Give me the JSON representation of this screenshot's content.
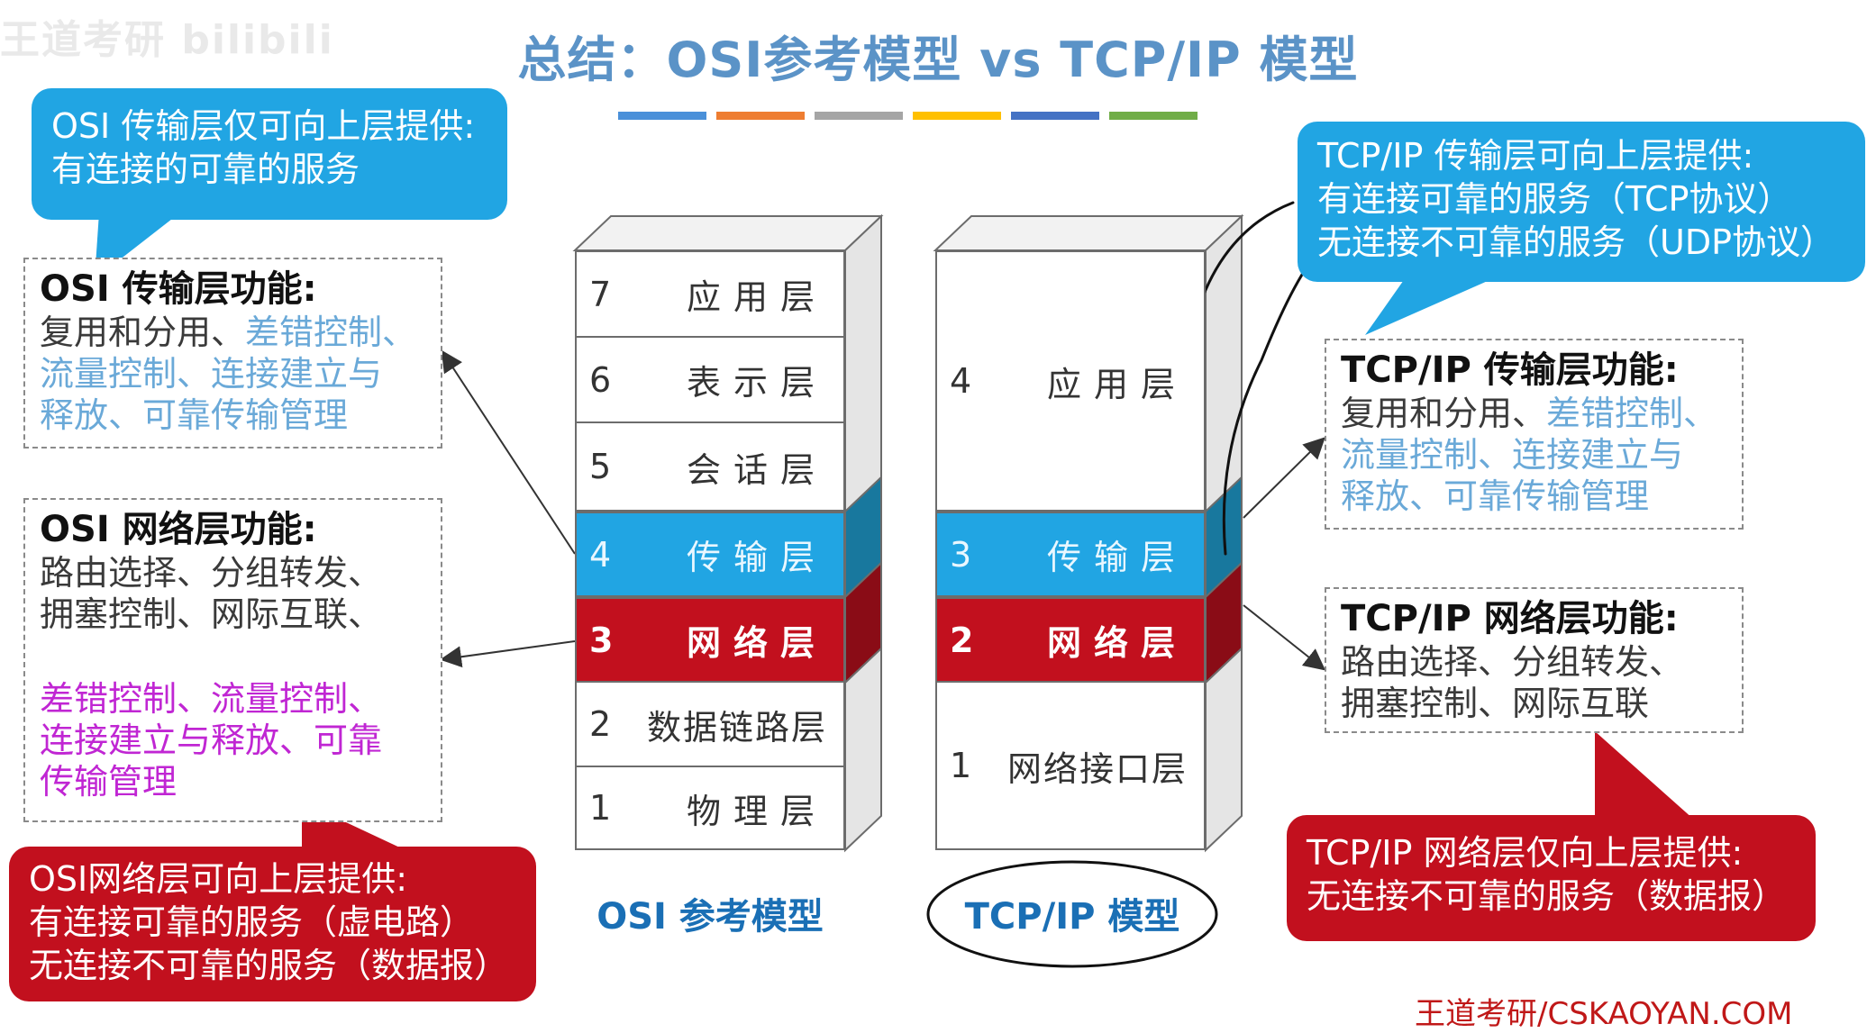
{
  "title": "总结：OSI参考模型 vs TCP/IP 模型",
  "watermark": "王道考研 bilibili",
  "color_bar": [
    "#4a90d9",
    "#ee7d31",
    "#a5a5a5",
    "#ffc000",
    "#4472c4",
    "#70ad47"
  ],
  "osi": {
    "transport_callout": {
      "line1": "OSI 传输层仅可向上层提供:",
      "line2": "有连接的可靠的服务"
    },
    "transport_func": {
      "heading": "OSI 传输层功能:",
      "part1": "复用和分用、",
      "part2": "差错控制、",
      "line2": "流量控制、连接建立与",
      "line3": "释放、可靠传输管理"
    },
    "network_func": {
      "heading": "OSI 网络层功能:",
      "line1": "路由选择、分组转发、",
      "line2": "拥塞控制、网际互联、",
      "mag1": "差错控制、流量控制、",
      "mag2": "连接建立与释放、可靠",
      "mag3": "传输管理"
    },
    "network_callout": {
      "line1": "OSI网络层可向上层提供:",
      "line2": "有连接可靠的服务（虚电路）",
      "line3": "无连接不可靠的服务（数据报）"
    },
    "layers": [
      {
        "num": "7",
        "name": "应用层"
      },
      {
        "num": "6",
        "name": "表示层"
      },
      {
        "num": "5",
        "name": "会话层"
      },
      {
        "num": "4",
        "name": "传输层"
      },
      {
        "num": "3",
        "name": "网络层"
      },
      {
        "num": "2",
        "name": "数据链路层"
      },
      {
        "num": "1",
        "name": "物理层"
      }
    ],
    "caption": "OSI 参考模型"
  },
  "tcpip": {
    "transport_callout": {
      "line1": "TCP/IP 传输层可向上层提供:",
      "line2": "有连接可靠的服务（TCP协议）",
      "line3": "无连接不可靠的服务（UDP协议）"
    },
    "transport_func": {
      "heading": "TCP/IP 传输层功能:",
      "part1": "复用和分用、",
      "part2": "差错控制、",
      "line2": "流量控制、连接建立与",
      "line3": "释放、可靠传输管理"
    },
    "network_func": {
      "heading": "TCP/IP 网络层功能:",
      "line1": "路由选择、分组转发、",
      "line2": "拥塞控制、网际互联"
    },
    "network_callout": {
      "line1": "TCP/IP 网络层仅向上层提供:",
      "line2": "无连接不可靠的服务（数据报）"
    },
    "layers": [
      {
        "num": "4",
        "name": "应用层"
      },
      {
        "num": "3",
        "name": "传输层"
      },
      {
        "num": "2",
        "name": "网络层"
      },
      {
        "num": "1",
        "name": "网络接口层"
      }
    ],
    "caption": "TCP/IP 模型"
  },
  "footer": "王道考研/CSKAOYAN.COM"
}
